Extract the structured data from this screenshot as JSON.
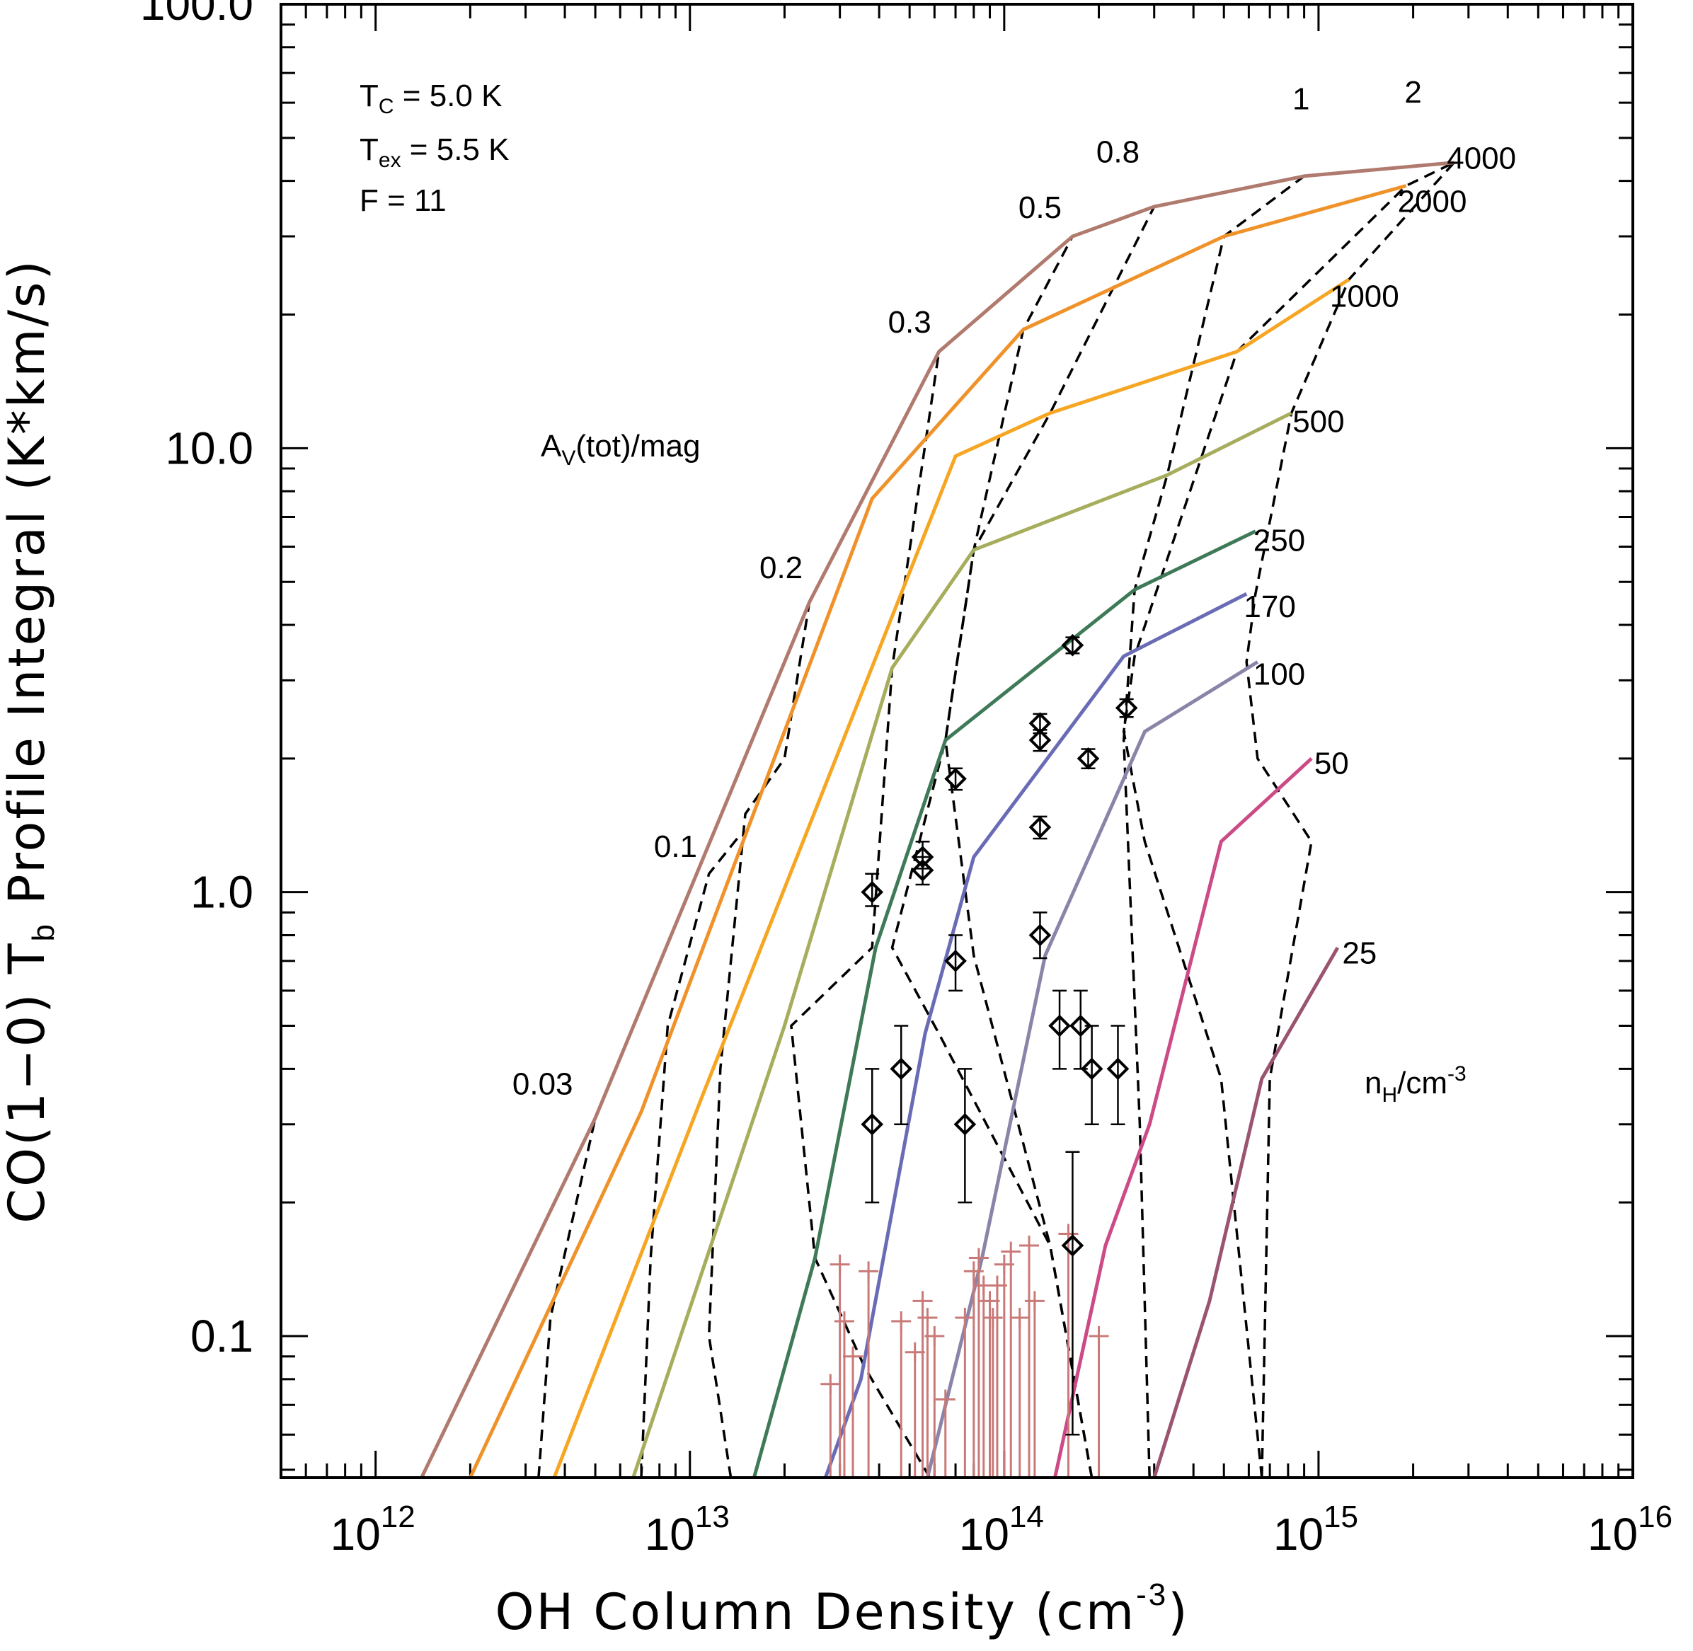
{
  "chart_data": {
    "type": "line",
    "xlabel": "OH Column Density (cm",
    "xlabel_sup": "-3",
    "xlabel_close": ")",
    "ylabel": "CO(1−0) T",
    "ylabel_sub": "b",
    "ylabel_rest": " Profile Integral (K*km/s)",
    "x_scale": "log",
    "y_scale": "log",
    "xlim": [
      500000000000.0,
      1e+16
    ],
    "ylim": [
      0.048,
      100
    ],
    "x_ticks": [
      {
        "value": 1000000000000.0,
        "base": "10",
        "exp": "12"
      },
      {
        "value": 10000000000000.0,
        "base": "10",
        "exp": "13"
      },
      {
        "value": 100000000000000.0,
        "base": "10",
        "exp": "14"
      },
      {
        "value": 1000000000000000.0,
        "base": "10",
        "exp": "15"
      },
      {
        "value": 1e+16,
        "base": "10",
        "exp": "16"
      }
    ],
    "y_ticks": [
      {
        "value": 0.1,
        "label": "0.1"
      },
      {
        "value": 1,
        "label": "1.0"
      },
      {
        "value": 10,
        "label": "10.0"
      },
      {
        "value": 100,
        "label": "100.0"
      }
    ],
    "params": {
      "tc": {
        "main": "T",
        "sub": "C",
        "rest": " = 5.0 K"
      },
      "tex": {
        "main": "T",
        "sub": "ex",
        "rest": " = 5.5 K"
      },
      "f": {
        "main": "F  = 11"
      }
    },
    "av_title": {
      "main": "A",
      "sub": "V",
      "rest": "(tot)/mag"
    },
    "nh_title": {
      "main": "n",
      "sub": "H",
      "rest": "/cm",
      "sup": "-3"
    },
    "density_series": [
      {
        "name": "4000",
        "color": "#b07a6e",
        "x": [
          1400000000000.0,
          5000000000000.0,
          24000000000000.0,
          62000000000000.0,
          165000000000000.0,
          300000000000000.0,
          900000000000000.0,
          2700000000000000.0
        ],
        "y": [
          0.048,
          0.31,
          4.5,
          16.5,
          30,
          35,
          41,
          44
        ]
      },
      {
        "name": "2000",
        "color": "#f0922a",
        "x": [
          2000000000000.0,
          7000000000000.0,
          38000000000000.0,
          115000000000000.0,
          500000000000000.0,
          1900000000000000.0
        ],
        "y": [
          0.048,
          0.32,
          7.7,
          18.5,
          30,
          39
        ]
      },
      {
        "name": "1000",
        "color": "#f6a623",
        "x": [
          3700000000000.0,
          11000000000000.0,
          70000000000000.0,
          140000000000000.0,
          550000000000000.0,
          1250000000000000.0
        ],
        "y": [
          0.048,
          0.35,
          9.6,
          12,
          16.5,
          24
        ]
      },
      {
        "name": "500",
        "color": "#a6ad5c",
        "x": [
          6600000000000.0,
          20000000000000.0,
          44000000000000.0,
          80000000000000.0,
          330000000000000.0,
          820000000000000.0
        ],
        "y": [
          0.048,
          0.5,
          3.2,
          5.9,
          8.7,
          12
        ]
      },
      {
        "name": "250",
        "color": "#3e7a57",
        "x": [
          16000000000000.0,
          25000000000000.0,
          39000000000000.0,
          65000000000000.0,
          260000000000000.0,
          630000000000000.0
        ],
        "y": [
          0.048,
          0.15,
          0.75,
          2.2,
          4.8,
          6.5
        ]
      },
      {
        "name": "170",
        "color": "#6a6bb5",
        "x": [
          27000000000000.0,
          35000000000000.0,
          56000000000000.0,
          80000000000000.0,
          240000000000000.0,
          590000000000000.0
        ],
        "y": [
          0.048,
          0.08,
          0.48,
          1.2,
          3.4,
          4.7
        ]
      },
      {
        "name": "100",
        "color": "#8a84a8",
        "x": [
          57000000000000.0,
          85000000000000.0,
          135000000000000.0,
          280000000000000.0,
          640000000000000.0
        ],
        "y": [
          0.048,
          0.15,
          0.72,
          2.3,
          3.3
        ]
      },
      {
        "name": "50",
        "color": "#cc4a86",
        "x": [
          145000000000000.0,
          210000000000000.0,
          290000000000000.0,
          490000000000000.0,
          950000000000000.0
        ],
        "y": [
          0.048,
          0.16,
          0.3,
          1.3,
          2.0
        ]
      },
      {
        "name": "25",
        "color": "#9a5470",
        "x": [
          300000000000000.0,
          450000000000000.0,
          660000000000000.0,
          1150000000000000.0
        ],
        "y": [
          0.048,
          0.12,
          0.38,
          0.75
        ]
      }
    ],
    "extinction_series": [
      {
        "label": "0.03",
        "x": [
          3300000000000.0,
          3600000000000.0,
          5000000000000.0
        ],
        "y": [
          0.048,
          0.11,
          0.31
        ]
      },
      {
        "label": "0.1",
        "x": [
          7000000000000.0,
          7500000000000.0,
          8500000000000.0,
          11500000000000.0,
          14500000000000.0
        ],
        "y": [
          0.048,
          0.15,
          0.5,
          1.1,
          1.35
        ]
      },
      {
        "label": "0.2",
        "x": [
          13500000000000.0,
          11500000000000.0,
          12500000000000.0,
          15000000000000.0,
          20000000000000.0,
          24000000000000.0
        ],
        "y": [
          0.048,
          0.1,
          0.4,
          1.5,
          2.0,
          4.5
        ]
      },
      {
        "label": "0.3",
        "x": [
          58000000000000.0,
          36000000000000.0,
          25000000000000.0,
          21000000000000.0,
          38000000000000.0,
          44000000000000.0,
          62000000000000.0
        ],
        "y": [
          0.048,
          0.085,
          0.15,
          0.5,
          0.75,
          3.2,
          16.5
        ]
      },
      {
        "label": "0.5",
        "x": [
          190000000000000.0,
          140000000000000.0,
          62000000000000.0,
          44000000000000.0,
          65000000000000.0,
          80000000000000.0,
          115000000000000.0,
          165000000000000.0
        ],
        "y": [
          0.048,
          0.16,
          0.48,
          0.75,
          2.2,
          5.9,
          18.5,
          30
        ]
      },
      {
        "label": "0.8",
        "x": [
          190000000000000.0,
          140000000000000.0,
          80000000000000.0,
          65000000000000.0,
          80000000000000.0,
          140000000000000.0,
          300000000000000.0
        ],
        "y": [
          0.048,
          0.16,
          0.72,
          2.2,
          5.9,
          12,
          35
        ]
      },
      {
        "label": "1",
        "x": [
          290000000000000.0,
          270000000000000.0,
          240000000000000.0,
          260000000000000.0,
          330000000000000.0,
          500000000000000.0,
          900000000000000.0
        ],
        "y": [
          0.048,
          0.3,
          2.2,
          4.8,
          8.7,
          30,
          41
        ]
      },
      {
        "label": "2",
        "x": [
          660000000000000.0,
          490000000000000.0,
          280000000000000.0,
          240000000000000.0,
          260000000000000.0,
          550000000000000.0,
          1900000000000000.0,
          2700000000000000.0
        ],
        "y": [
          0.048,
          0.38,
          1.3,
          2.3,
          3.4,
          16.5,
          39,
          44
        ]
      },
      {
        "label": "",
        "x": [
          660000000000000.0,
          700000000000000.0,
          950000000000000.0,
          640000000000000.0,
          590000000000000.0,
          630000000000000.0,
          820000000000000.0,
          1250000000000000.0,
          2700000000000000.0
        ],
        "y": [
          0.048,
          0.38,
          1.3,
          2.0,
          3.3,
          4.7,
          12,
          24,
          44
        ]
      }
    ],
    "av_labels": [
      {
        "text": "0.03",
        "x": 3400000000000.0,
        "y": 0.35
      },
      {
        "text": "0.1",
        "x": 9000000000000.0,
        "y": 1.2
      },
      {
        "text": "0.2",
        "x": 19500000000000.0,
        "y": 5.1
      },
      {
        "text": "0.3",
        "x": 50000000000000.0,
        "y": 18.2
      },
      {
        "text": "0.5",
        "x": 130000000000000.0,
        "y": 33.0
      },
      {
        "text": "0.8",
        "x": 230000000000000.0,
        "y": 44.0
      },
      {
        "text": "1",
        "x": 880000000000000.0,
        "y": 58.0
      },
      {
        "text": "2",
        "x": 2000000000000000.0,
        "y": 60.0
      }
    ],
    "nh_labels": [
      {
        "text": "4000",
        "x": 3300000000000000.0,
        "y": 45
      },
      {
        "text": "2000",
        "x": 2300000000000000.0,
        "y": 36
      },
      {
        "text": "1000",
        "x": 1400000000000000.0,
        "y": 22
      },
      {
        "text": "500",
        "x": 1000000000000000.0,
        "y": 11.5
      },
      {
        "text": "250",
        "x": 750000000000000.0,
        "y": 6.2
      },
      {
        "text": "170",
        "x": 700000000000000.0,
        "y": 4.4
      },
      {
        "text": "100",
        "x": 750000000000000.0,
        "y": 3.1
      },
      {
        "text": "50",
        "x": 1100000000000000.0,
        "y": 1.95
      },
      {
        "text": "25",
        "x": 1350000000000000.0,
        "y": 0.73
      }
    ],
    "detections": [
      {
        "x": 38000000000000.0,
        "y": 1.0,
        "lo": 0.93,
        "hi": 1.1
      },
      {
        "x": 55000000000000.0,
        "y": 1.2,
        "lo": 1.13,
        "hi": 1.3
      },
      {
        "x": 55000000000000.0,
        "y": 1.12,
        "lo": 1.04,
        "hi": 1.2
      },
      {
        "x": 70000000000000.0,
        "y": 1.8,
        "lo": 1.7,
        "hi": 1.9
      },
      {
        "x": 130000000000000.0,
        "y": 2.4,
        "lo": 2.28,
        "hi": 2.52
      },
      {
        "x": 130000000000000.0,
        "y": 2.2,
        "lo": 2.08,
        "hi": 2.32
      },
      {
        "x": 165000000000000.0,
        "y": 3.6,
        "lo": 3.45,
        "hi": 3.75
      },
      {
        "x": 185000000000000.0,
        "y": 2.0,
        "lo": 1.9,
        "hi": 2.1
      },
      {
        "x": 245000000000000.0,
        "y": 2.6,
        "lo": 2.48,
        "hi": 2.72
      },
      {
        "x": 130000000000000.0,
        "y": 1.4,
        "lo": 1.32,
        "hi": 1.48
      },
      {
        "x": 130000000000000.0,
        "y": 0.8,
        "lo": 0.71,
        "hi": 0.9
      },
      {
        "x": 70000000000000.0,
        "y": 0.7,
        "lo": 0.6,
        "hi": 0.8
      },
      {
        "x": 47000000000000.0,
        "y": 0.4,
        "lo": 0.3,
        "hi": 0.5
      },
      {
        "x": 38000000000000.0,
        "y": 0.3,
        "lo": 0.2,
        "hi": 0.4
      },
      {
        "x": 75000000000000.0,
        "y": 0.3,
        "lo": 0.2,
        "hi": 0.4
      },
      {
        "x": 150000000000000.0,
        "y": 0.5,
        "lo": 0.4,
        "hi": 0.6
      },
      {
        "x": 175000000000000.0,
        "y": 0.5,
        "lo": 0.4,
        "hi": 0.6
      },
      {
        "x": 190000000000000.0,
        "y": 0.4,
        "lo": 0.3,
        "hi": 0.5
      },
      {
        "x": 230000000000000.0,
        "y": 0.4,
        "lo": 0.3,
        "hi": 0.5
      },
      {
        "x": 165000000000000.0,
        "y": 0.16,
        "lo": 0.06,
        "hi": 0.26
      }
    ],
    "upper_limits": [
      {
        "x": 30000000000000.0,
        "y": 0.145
      },
      {
        "x": 31000000000000.0,
        "y": 0.108
      },
      {
        "x": 33000000000000.0,
        "y": 0.09
      },
      {
        "x": 28000000000000.0,
        "y": 0.078
      },
      {
        "x": 37000000000000.0,
        "y": 0.14
      },
      {
        "x": 47000000000000.0,
        "y": 0.108
      },
      {
        "x": 52000000000000.0,
        "y": 0.092
      },
      {
        "x": 55000000000000.0,
        "y": 0.12
      },
      {
        "x": 57000000000000.0,
        "y": 0.11
      },
      {
        "x": 60000000000000.0,
        "y": 0.1
      },
      {
        "x": 65000000000000.0,
        "y": 0.072
      },
      {
        "x": 75000000000000.0,
        "y": 0.11
      },
      {
        "x": 80000000000000.0,
        "y": 0.14
      },
      {
        "x": 83000000000000.0,
        "y": 0.15
      },
      {
        "x": 86000000000000.0,
        "y": 0.13
      },
      {
        "x": 90000000000000.0,
        "y": 0.12
      },
      {
        "x": 92000000000000.0,
        "y": 0.11
      },
      {
        "x": 95000000000000.0,
        "y": 0.13
      },
      {
        "x": 100000000000000.0,
        "y": 0.145
      },
      {
        "x": 105000000000000.0,
        "y": 0.155
      },
      {
        "x": 112000000000000.0,
        "y": 0.11
      },
      {
        "x": 120000000000000.0,
        "y": 0.16
      },
      {
        "x": 125000000000000.0,
        "y": 0.12
      },
      {
        "x": 160000000000000.0,
        "y": 0.17
      },
      {
        "x": 200000000000000.0,
        "y": 0.1
      }
    ]
  }
}
